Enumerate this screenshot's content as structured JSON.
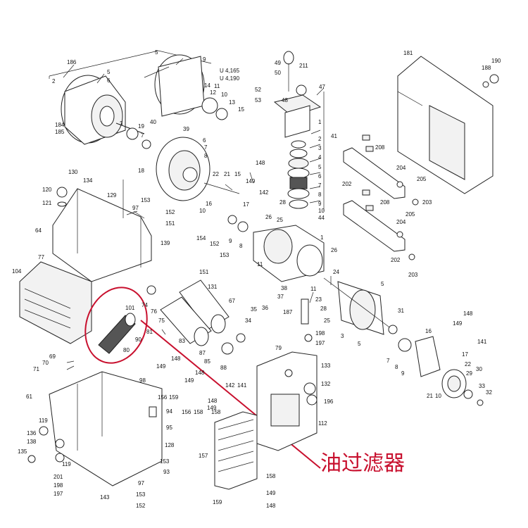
{
  "annotation": {
    "text": "油过滤器",
    "color": "#c8102e"
  },
  "labels": [
    {
      "id": "l186",
      "text": "186"
    },
    {
      "id": "l2a",
      "text": "2"
    },
    {
      "id": "l5a",
      "text": "5"
    },
    {
      "id": "l6a",
      "text": "6"
    },
    {
      "id": "l184",
      "text": "184"
    },
    {
      "id": "l185",
      "text": "185"
    },
    {
      "id": "l5b",
      "text": "5"
    },
    {
      "id": "l9a",
      "text": "9"
    },
    {
      "id": "l3a",
      "text": "3"
    },
    {
      "id": "l19",
      "text": "19"
    },
    {
      "id": "l7a",
      "text": "7"
    },
    {
      "id": "l40",
      "text": "40"
    },
    {
      "id": "l18",
      "text": "18"
    },
    {
      "id": "l39",
      "text": "39"
    },
    {
      "id": "l6b",
      "text": "6"
    },
    {
      "id": "l7b",
      "text": "7"
    },
    {
      "id": "l8a",
      "text": "8"
    },
    {
      "id": "lU165",
      "text": "U 4,165"
    },
    {
      "id": "lU190",
      "text": "U 4,190"
    },
    {
      "id": "l14",
      "text": "14"
    },
    {
      "id": "l12",
      "text": "12"
    },
    {
      "id": "l11a",
      "text": "11"
    },
    {
      "id": "l10a",
      "text": "10"
    },
    {
      "id": "l13",
      "text": "13"
    },
    {
      "id": "l15a",
      "text": "15"
    },
    {
      "id": "l49",
      "text": "49"
    },
    {
      "id": "l50",
      "text": "50"
    },
    {
      "id": "l211",
      "text": "211"
    },
    {
      "id": "l52",
      "text": "52"
    },
    {
      "id": "l47",
      "text": "47"
    },
    {
      "id": "l53",
      "text": "53"
    },
    {
      "id": "l48",
      "text": "48"
    },
    {
      "id": "l1a",
      "text": "1"
    },
    {
      "id": "l2b",
      "text": "2"
    },
    {
      "id": "l3b",
      "text": "3"
    },
    {
      "id": "l4",
      "text": "4"
    },
    {
      "id": "l5c",
      "text": "5"
    },
    {
      "id": "l6c",
      "text": "6"
    },
    {
      "id": "l7c",
      "text": "7"
    },
    {
      "id": "l8b",
      "text": "8"
    },
    {
      "id": "l9b",
      "text": "9"
    },
    {
      "id": "l10b",
      "text": "10"
    },
    {
      "id": "l41",
      "text": "41"
    },
    {
      "id": "l44",
      "text": "44"
    },
    {
      "id": "l181",
      "text": "181"
    },
    {
      "id": "l188",
      "text": "188"
    },
    {
      "id": "l190",
      "text": "190"
    },
    {
      "id": "l208a",
      "text": "208"
    },
    {
      "id": "l204a",
      "text": "204"
    },
    {
      "id": "l205a",
      "text": "205"
    },
    {
      "id": "l202a",
      "text": "202"
    },
    {
      "id": "l208b",
      "text": "208"
    },
    {
      "id": "l203a",
      "text": "203"
    },
    {
      "id": "l204b",
      "text": "204"
    },
    {
      "id": "l205b",
      "text": "205"
    },
    {
      "id": "l202b",
      "text": "202"
    },
    {
      "id": "l203b",
      "text": "203"
    },
    {
      "id": "l130",
      "text": "130"
    },
    {
      "id": "l134",
      "text": "134"
    },
    {
      "id": "l120",
      "text": "120"
    },
    {
      "id": "l129",
      "text": "129"
    },
    {
      "id": "l121",
      "text": "121"
    },
    {
      "id": "l64",
      "text": "64"
    },
    {
      "id": "l97a",
      "text": "97"
    },
    {
      "id": "l153a",
      "text": "153"
    },
    {
      "id": "l152a",
      "text": "152"
    },
    {
      "id": "l151a",
      "text": "151"
    },
    {
      "id": "l77",
      "text": "77"
    },
    {
      "id": "l139",
      "text": "139"
    },
    {
      "id": "l104",
      "text": "104"
    },
    {
      "id": "l22",
      "text": "22"
    },
    {
      "id": "l21a",
      "text": "21"
    },
    {
      "id": "l15b",
      "text": "15"
    },
    {
      "id": "l148a",
      "text": "148"
    },
    {
      "id": "l149a",
      "text": "149"
    },
    {
      "id": "l142a",
      "text": "142"
    },
    {
      "id": "l17a",
      "text": "17"
    },
    {
      "id": "l16a",
      "text": "16"
    },
    {
      "id": "l10c",
      "text": "10"
    },
    {
      "id": "l28",
      "text": "28"
    },
    {
      "id": "l25",
      "text": "25"
    },
    {
      "id": "l26a",
      "text": "26"
    },
    {
      "id": "l1b",
      "text": "1"
    },
    {
      "id": "l26b",
      "text": "26"
    },
    {
      "id": "l8c",
      "text": "8"
    },
    {
      "id": "l9c",
      "text": "9"
    },
    {
      "id": "l154",
      "text": "154"
    },
    {
      "id": "l152b",
      "text": "152"
    },
    {
      "id": "l153b",
      "text": "153"
    },
    {
      "id": "l151b",
      "text": "151"
    },
    {
      "id": "l11b",
      "text": "11"
    },
    {
      "id": "l131",
      "text": "131"
    },
    {
      "id": "l67",
      "text": "67"
    },
    {
      "id": "l24",
      "text": "24"
    },
    {
      "id": "l11c",
      "text": "11"
    },
    {
      "id": "l5d",
      "text": "5"
    },
    {
      "id": "l74",
      "text": "74"
    },
    {
      "id": "l76",
      "text": "76"
    },
    {
      "id": "l75",
      "text": "75"
    },
    {
      "id": "l101",
      "text": "101"
    },
    {
      "id": "l38",
      "text": "38"
    },
    {
      "id": "l37",
      "text": "37"
    },
    {
      "id": "l36",
      "text": "36"
    },
    {
      "id": "l35",
      "text": "35"
    },
    {
      "id": "l187",
      "text": "187"
    },
    {
      "id": "l23",
      "text": "23"
    },
    {
      "id": "l28b",
      "text": "28"
    },
    {
      "id": "l31",
      "text": "31"
    },
    {
      "id": "l25b",
      "text": "25"
    },
    {
      "id": "l34",
      "text": "34"
    },
    {
      "id": "l3c",
      "text": "3"
    },
    {
      "id": "l198a",
      "text": "198"
    },
    {
      "id": "l197a",
      "text": "197"
    },
    {
      "id": "l5e",
      "text": "5"
    },
    {
      "id": "l83",
      "text": "83"
    },
    {
      "id": "l87",
      "text": "87"
    },
    {
      "id": "l85",
      "text": "85"
    },
    {
      "id": "l88",
      "text": "88"
    },
    {
      "id": "l90",
      "text": "90"
    },
    {
      "id": "l80",
      "text": "80"
    },
    {
      "id": "l81",
      "text": "81"
    },
    {
      "id": "l79",
      "text": "79"
    },
    {
      "id": "l69",
      "text": "69"
    },
    {
      "id": "l70",
      "text": "70"
    },
    {
      "id": "l71",
      "text": "71"
    },
    {
      "id": "l98",
      "text": "98"
    },
    {
      "id": "l149b",
      "text": "149"
    },
    {
      "id": "l148b",
      "text": "148"
    },
    {
      "id": "l148c",
      "text": "148"
    },
    {
      "id": "l149c",
      "text": "149"
    },
    {
      "id": "l156a",
      "text": "156"
    },
    {
      "id": "l159a",
      "text": "159"
    },
    {
      "id": "l156b",
      "text": "156"
    },
    {
      "id": "l158a",
      "text": "158"
    },
    {
      "id": "l158b",
      "text": "158"
    },
    {
      "id": "l142b",
      "text": "142"
    },
    {
      "id": "l141a",
      "text": "141"
    },
    {
      "id": "l148d",
      "text": "148"
    },
    {
      "id": "l149d",
      "text": "149"
    },
    {
      "id": "l133",
      "text": "133"
    },
    {
      "id": "l132",
      "text": "132"
    },
    {
      "id": "l196",
      "text": "196"
    },
    {
      "id": "l112",
      "text": "112"
    },
    {
      "id": "l61",
      "text": "61"
    },
    {
      "id": "l94",
      "text": "94"
    },
    {
      "id": "l95",
      "text": "95"
    },
    {
      "id": "l119a",
      "text": "119"
    },
    {
      "id": "l136",
      "text": "136"
    },
    {
      "id": "l138",
      "text": "138"
    },
    {
      "id": "l135",
      "text": "135"
    },
    {
      "id": "l119b",
      "text": "119"
    },
    {
      "id": "l128",
      "text": "128"
    },
    {
      "id": "l157",
      "text": "157"
    },
    {
      "id": "l153c",
      "text": "153"
    },
    {
      "id": "l93",
      "text": "93"
    },
    {
      "id": "l201",
      "text": "201"
    },
    {
      "id": "l198b",
      "text": "198"
    },
    {
      "id": "l197b",
      "text": "197"
    },
    {
      "id": "l97b",
      "text": "97"
    },
    {
      "id": "l143",
      "text": "143"
    },
    {
      "id": "l153d",
      "text": "153"
    },
    {
      "id": "l152c",
      "text": "152"
    },
    {
      "id": "l158c",
      "text": "158"
    },
    {
      "id": "l149e",
      "text": "149"
    },
    {
      "id": "l159b",
      "text": "159"
    },
    {
      "id": "l148e",
      "text": "148"
    },
    {
      "id": "l7d",
      "text": "7"
    },
    {
      "id": "l8d",
      "text": "8"
    },
    {
      "id": "l9d",
      "text": "9"
    },
    {
      "id": "l16b",
      "text": "16"
    },
    {
      "id": "l148f",
      "text": "148"
    },
    {
      "id": "l149f",
      "text": "149"
    },
    {
      "id": "l141b",
      "text": "141"
    },
    {
      "id": "l17b",
      "text": "17"
    },
    {
      "id": "l22b",
      "text": "22"
    },
    {
      "id": "l29",
      "text": "29"
    },
    {
      "id": "l30",
      "text": "30"
    },
    {
      "id": "l21b",
      "text": "21"
    },
    {
      "id": "l10d",
      "text": "10"
    },
    {
      "id": "l33",
      "text": "33"
    },
    {
      "id": "l32",
      "text": "32"
    }
  ]
}
